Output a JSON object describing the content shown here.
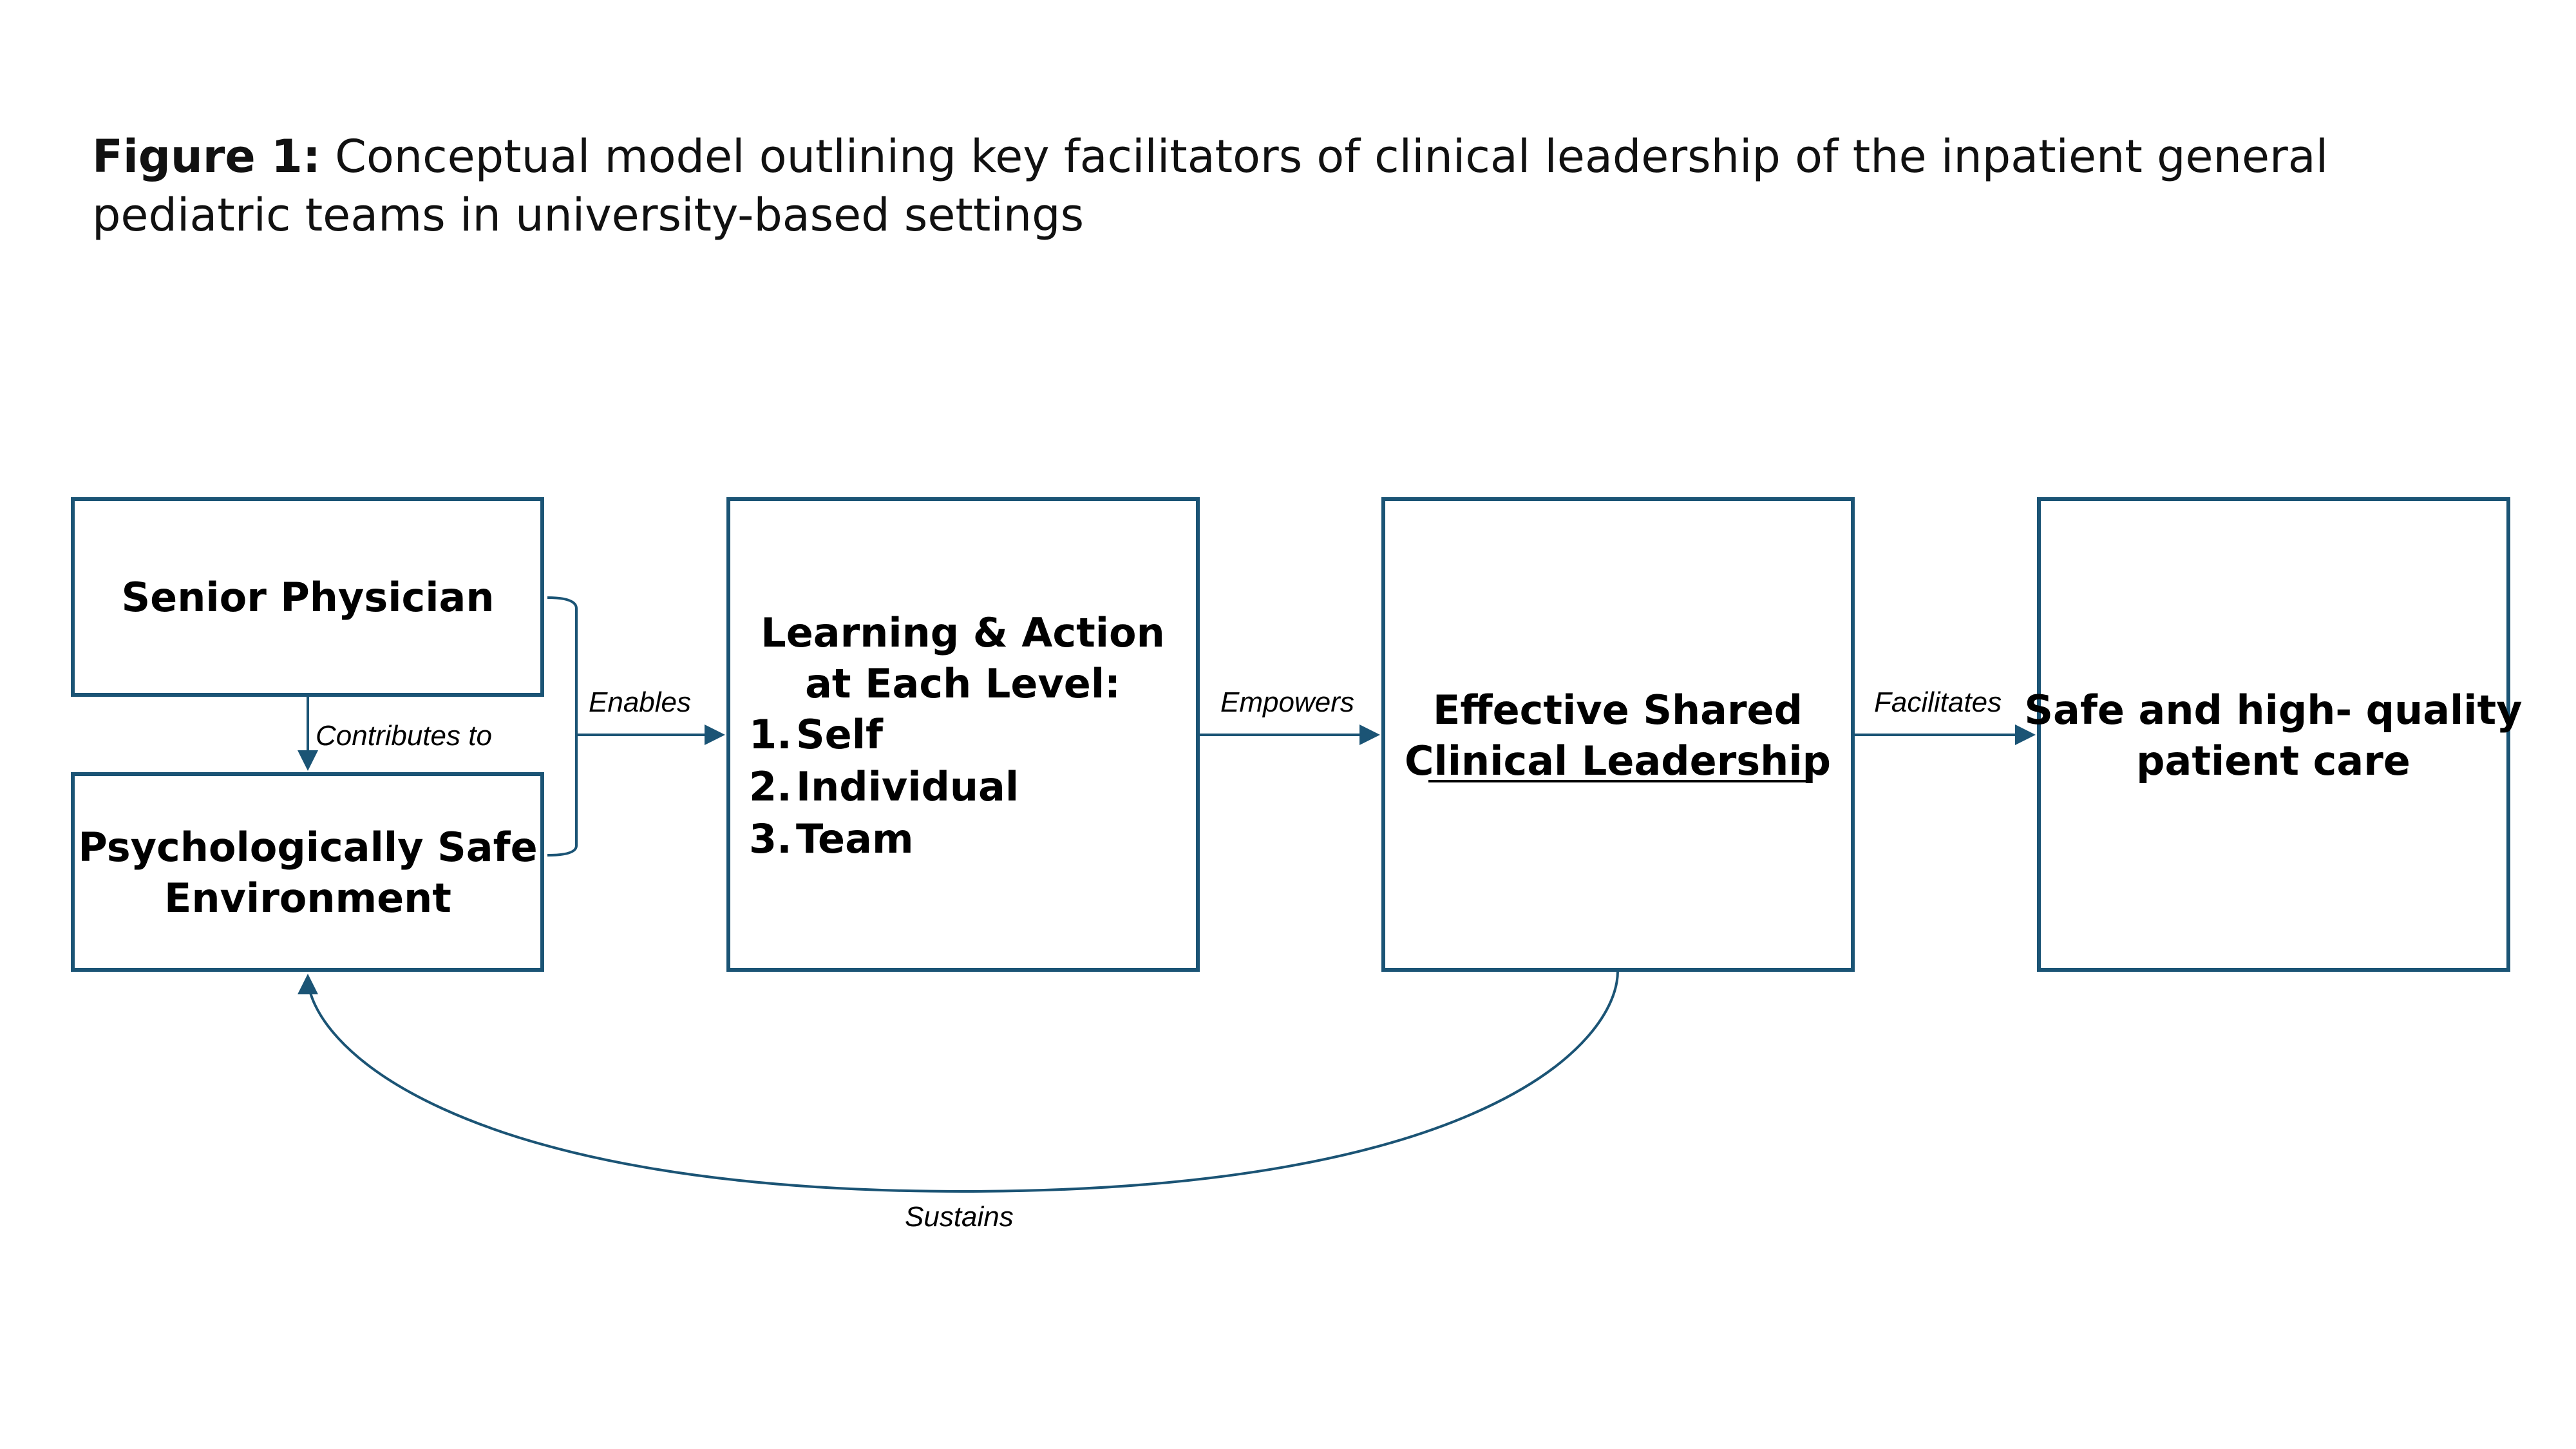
{
  "caption": {
    "label": "Figure 1:",
    "text": " Conceptual model outlining key facilitators of clinical leadership of the inpatient general pediatric teams in university-based settings"
  },
  "colors": {
    "box_stroke": "#1b5475",
    "connector": "#1b5475"
  },
  "nodes": {
    "senior_physician": {
      "label": "Senior Physician"
    },
    "psych_safe": {
      "line1": "Psychologically Safe",
      "line2": "Environment"
    },
    "learning_action": {
      "line1": "Learning & Action",
      "line2": "at Each Level:",
      "items": [
        {
          "num": "1.",
          "text": "Self"
        },
        {
          "num": "2.",
          "text": "Individual"
        },
        {
          "num": "3.",
          "text": "Team"
        }
      ]
    },
    "shared_leadership": {
      "line1": "Effective Shared",
      "line2": "Clinical Leadership"
    },
    "patient_care": {
      "line1": "Safe and high- quality",
      "line2": "patient care"
    }
  },
  "edges": {
    "contributes_to": "Contributes to",
    "enables": "Enables",
    "empowers": "Empowers",
    "facilitates": "Facilitates",
    "sustains": "Sustains"
  }
}
